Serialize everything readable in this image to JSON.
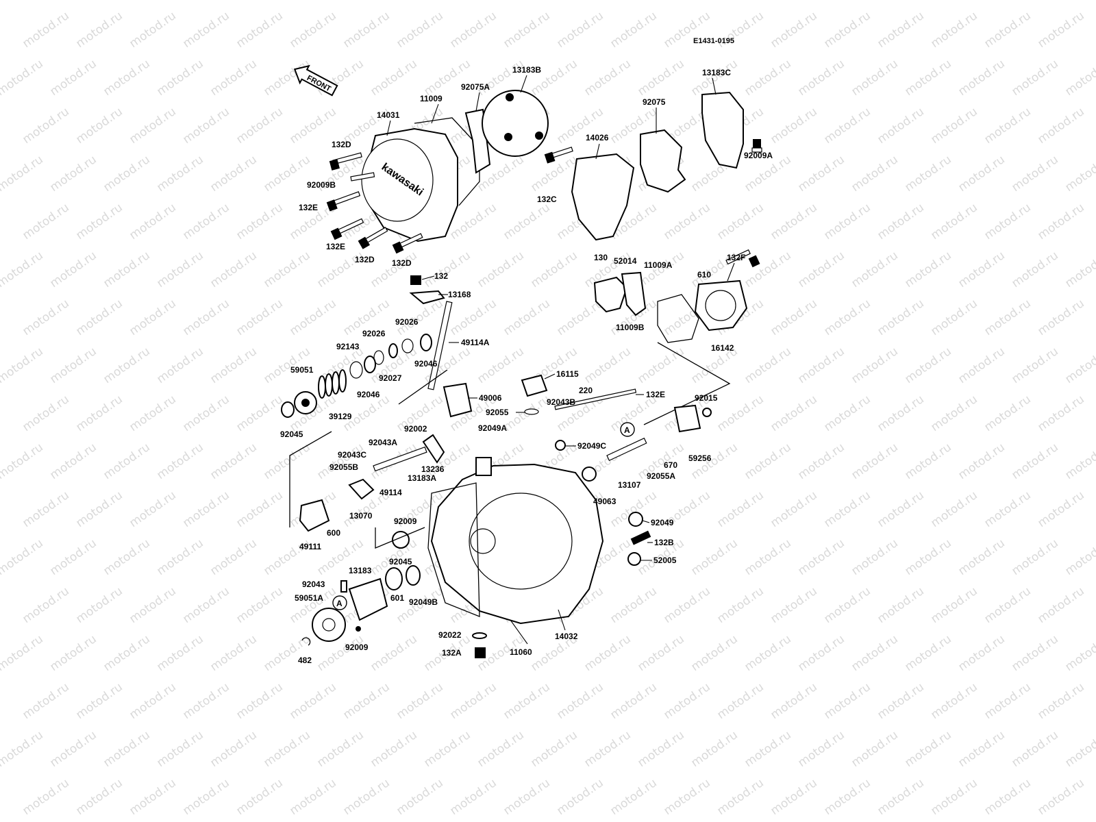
{
  "diagram_code": "E1431-0195",
  "watermark": "motod.ru",
  "front_label": "FRONT",
  "brand_mark": "kawasaki",
  "reference_marker": "A",
  "labels": {
    "p13183B": "13183B",
    "p92075A": "92075A",
    "p11009": "11009",
    "p14031": "14031",
    "p132D_a": "132D",
    "p92009B": "92009B",
    "p132E_a": "132E",
    "p132E_b": "132E",
    "p132D_b": "132D",
    "p132D_c": "132D",
    "p13183C": "13183C",
    "p92075": "92075",
    "p14026": "14026",
    "p132C": "132C",
    "p92009A": "92009A",
    "p130": "130",
    "p52014": "52014",
    "p11009A": "11009A",
    "p132F": "132F",
    "p610": "610",
    "p11009B": "11009B",
    "p16142": "16142",
    "p132": "132",
    "p13168": "13168",
    "p49114A": "49114A",
    "p92026_a": "92026",
    "p92026_b": "92026",
    "p92143": "92143",
    "p59051": "59051",
    "p92046_a": "92046",
    "p92027": "92027",
    "p92046_b": "92046",
    "p39129": "39129",
    "p92045_a": "92045",
    "p16115": "16115",
    "p49006": "49006",
    "p220": "220",
    "p92043B": "92043B",
    "p132E_c": "132E",
    "p92055": "92055",
    "p92015": "92015",
    "p92049A": "92049A",
    "p92002": "92002",
    "p92043A": "92043A",
    "p92049C": "92049C",
    "p92043C": "92043C",
    "p92055B": "92055B",
    "p13236": "13236",
    "p13183A": "13183A",
    "p49114": "49114",
    "p670": "670",
    "p59256": "59256",
    "p13107": "13107",
    "p92055A": "92055A",
    "p49063": "49063",
    "p13070": "13070",
    "p92009_a": "92009",
    "p600": "600",
    "p49111": "49111",
    "p92049": "92049",
    "p132B": "132B",
    "p92045_b": "92045",
    "p52005": "52005",
    "p92043": "92043",
    "p13183": "13183",
    "p59051A": "59051A",
    "p601": "601",
    "p92049B": "92049B",
    "p92022": "92022",
    "p132A": "132A",
    "p11060": "11060",
    "p14032": "14032",
    "p92009_b": "92009",
    "p482": "482"
  }
}
